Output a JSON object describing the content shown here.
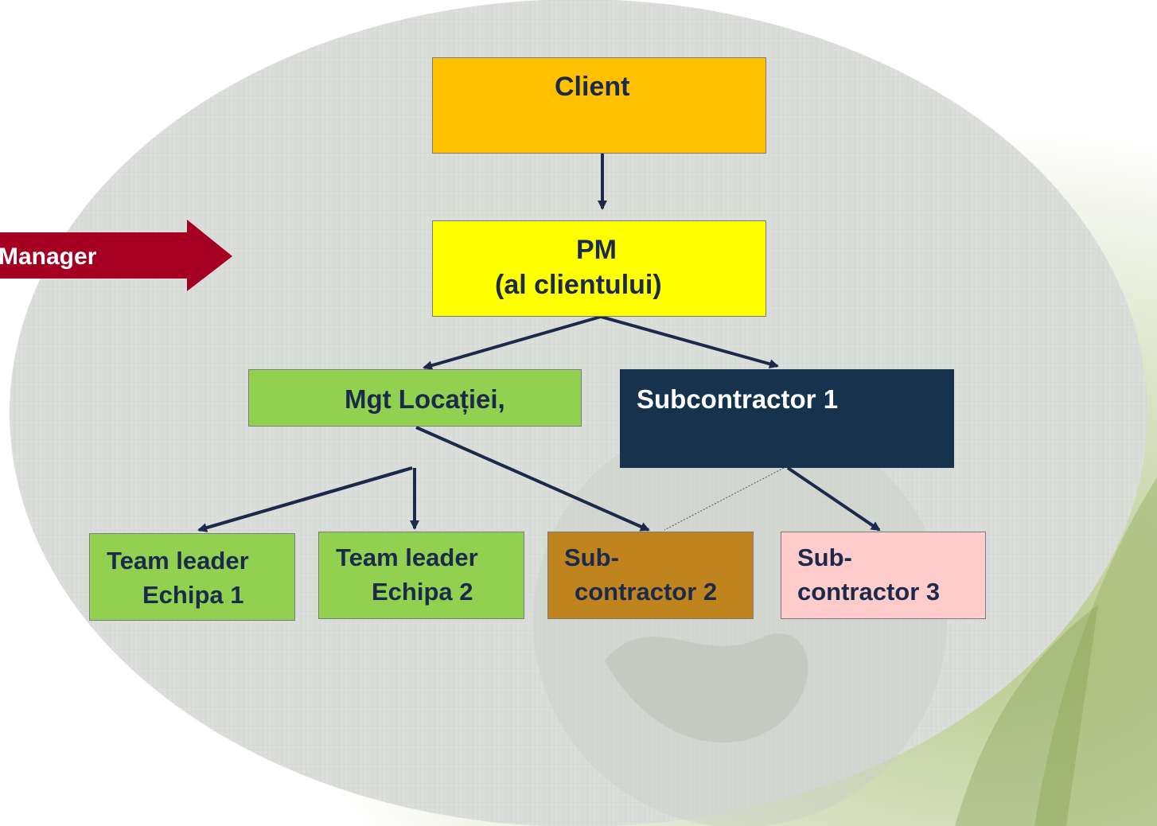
{
  "side_label": "Manager",
  "nodes": {
    "client": {
      "text": "Client"
    },
    "pm": {
      "line1": "PM",
      "line2": "(al clientului)"
    },
    "mgt": {
      "text": "Mgt Locației,"
    },
    "sub1": {
      "text": "Subcontractor 1"
    },
    "tl1": {
      "line1": "Team leader",
      "line2": "Echipa 1"
    },
    "tl2": {
      "line1": "Team leader",
      "line2": "Echipa 2"
    },
    "sub2": {
      "line1": "Sub-",
      "line2": "contractor 2"
    },
    "sub3": {
      "line1": "Sub-",
      "line2": "contractor 3"
    }
  },
  "colors": {
    "client": "#ffc000",
    "pm": "#ffff00",
    "green": "#92d050",
    "sub1": "#17324d",
    "sub2": "#c0841f",
    "sub3": "#ffcccc",
    "arrow": "#1b2a4a",
    "side_arrow": "#a50021",
    "ellipse": "#d7d9d5"
  }
}
